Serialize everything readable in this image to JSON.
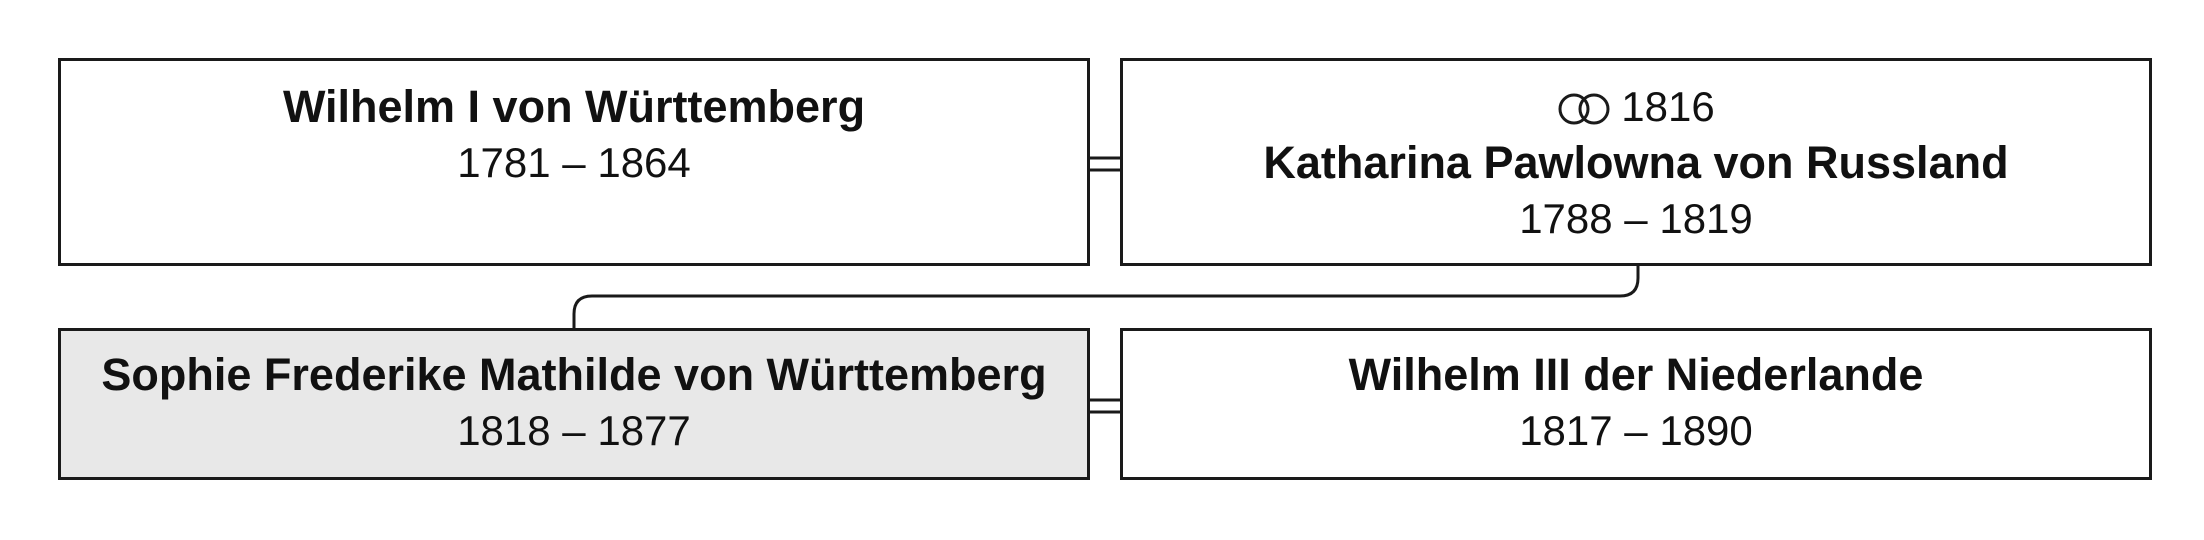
{
  "persons": {
    "father": {
      "name": "Wilhelm I von Württemberg",
      "dates": "1781 – 1864"
    },
    "mother": {
      "marriage_year": "1816",
      "marriage_icon": "wedding-rings-icon",
      "name": "Katharina Pawlowna von Russland",
      "dates": "1788 – 1819"
    },
    "subject": {
      "name": "Sophie Frederike Mathilde von Württemberg",
      "dates": "1818 – 1877",
      "highlight_color": "#e8e8e8"
    },
    "spouse": {
      "name": "Wilhelm III der Niederlande",
      "dates": "1817 – 1890"
    }
  },
  "colors": {
    "border": "#1a1a1a",
    "background": "#ffffff"
  }
}
